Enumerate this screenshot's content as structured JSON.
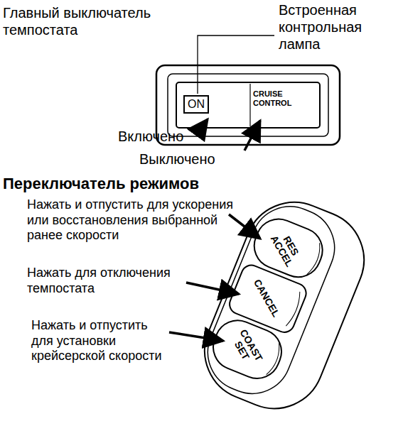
{
  "diagram": {
    "nodes": [
      {
        "text": [
          "ON"
        ]
      }
    ],
    "labels": [
      "Главный выключатель темпостата",
      "Встроенная контрольная лампа",
      "CRUISE CONTROL",
      "Включено",
      "Выключено",
      "Переключатель режимов",
      "Нажать и отпустить для ускорения или восстановления выбранной ранее скорости",
      "RES ACCEL",
      "Нажать для отключения темпостата",
      "CANCEL",
      "Нажать и отпустить для установки крейсерской скорости",
      "COAST SET"
    ]
  }
}
